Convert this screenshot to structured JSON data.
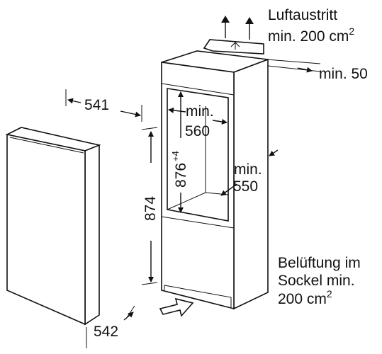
{
  "labels": {
    "outlet_title": "Luftaustritt",
    "outlet_value": "min. 200 cm",
    "outlet_sup": "2",
    "top_gap": "min. 50",
    "width_fridge": "541",
    "depth_fridge": "542",
    "height_fridge": "874",
    "niche_width_min": "min.",
    "niche_width_val": "560",
    "niche_height": "876",
    "niche_height_tol": "+4",
    "niche_depth_min": "min.",
    "niche_depth_val": "550",
    "vent_line1": "Belüftung im",
    "vent_line2": "Sockel min.",
    "vent_line3": "200 cm",
    "vent_sup": "2"
  },
  "icons": {
    "outlet_arrow": "arrow-up-icon",
    "inlet_arrow": "arrow-right-hollow-icon"
  }
}
